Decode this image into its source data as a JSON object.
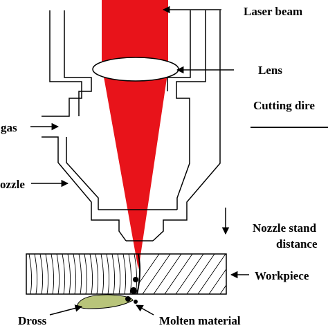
{
  "diagram": {
    "labels": {
      "laser_beam": "Laser beam",
      "lens": "Lens",
      "cutting_direction": "Cutting dire",
      "gas": "gas",
      "nozzle": "ozzle",
      "nozzle_standoff_line1": "Nozzle stand",
      "nozzle_standoff_line2": "distance",
      "workpiece": "Workpiece",
      "dross": "Dross",
      "molten_material": "Molten material"
    },
    "colors": {
      "laser": "#e8131a",
      "line": "#000000",
      "dross": "#b8c47a",
      "background": "#ffffff"
    }
  }
}
